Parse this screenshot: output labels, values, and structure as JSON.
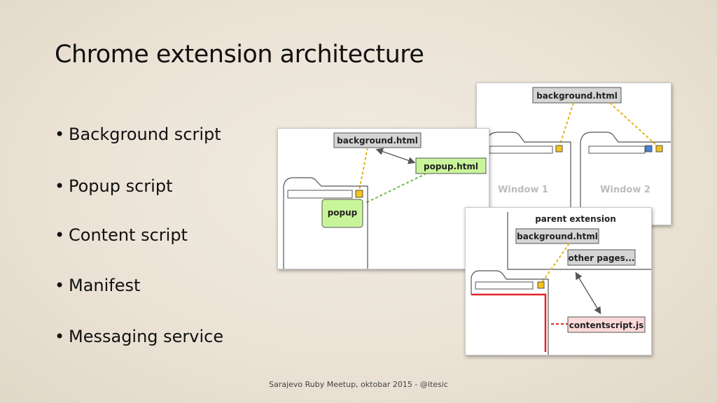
{
  "slide": {
    "title": "Chrome extension architecture",
    "bullets": [
      "Background script",
      "Popup script",
      "Content script",
      "Manifest",
      "Messaging service"
    ],
    "footer": "Sarajevo Ruby Meetup, oktobar 2015 - @itesic"
  },
  "diagram_popup": {
    "background_label": "background.html",
    "popup_html_label": "popup.html",
    "popup_label": "popup"
  },
  "diagram_windows": {
    "background_label": "background.html",
    "window1_label": "Window 1",
    "window2_label": "Window 2"
  },
  "diagram_content": {
    "parent_label": "parent extension",
    "background_label": "background.html",
    "other_pages_label": "other pages...",
    "contentscript_label": "contentscript.js"
  },
  "colors": {
    "yellow_dashed": "#e5b41a",
    "green_dashed": "#7ab85a",
    "green_fill": "#c9f59a",
    "red_line": "#e0242b",
    "pink_fill": "#fcd9d9",
    "label_fill": "#d5d5d5"
  }
}
